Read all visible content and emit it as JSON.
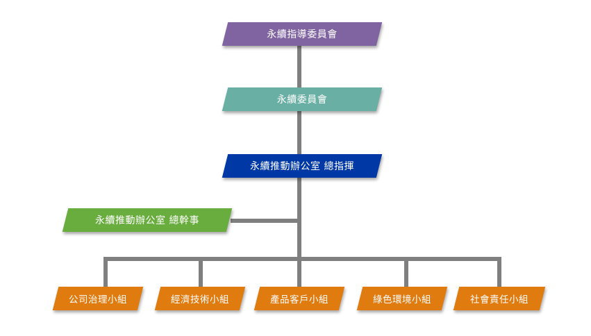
{
  "chart": {
    "top_committee": {
      "label": "永續指導委員會",
      "color": "#8064a2"
    },
    "committee": {
      "label": "永續委員會",
      "color": "#6aafa4"
    },
    "office_chief": {
      "label": "永續推動辦公室 總指揮",
      "color": "#0039a6"
    },
    "office_secretary": {
      "label": "永續推動辦公室 總幹事",
      "color": "#6aad3f"
    },
    "groups_color": "#e07b10",
    "groups": [
      {
        "label": "公司治理小組"
      },
      {
        "label": "經濟技術小組"
      },
      {
        "label": "產品客戶小組"
      },
      {
        "label": "綠色環境小組"
      },
      {
        "label": "社會責任小組"
      }
    ],
    "connector_color": "#7f7f7f"
  }
}
